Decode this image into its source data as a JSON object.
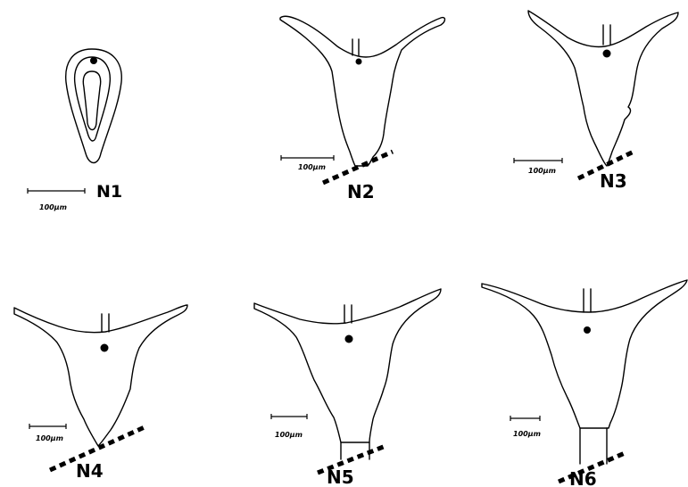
{
  "figure": {
    "stages": [
      {
        "id": "N1",
        "label": "N1",
        "scale_label": "100µm"
      },
      {
        "id": "N2",
        "label": "N2",
        "scale_label": "100µm"
      },
      {
        "id": "N3",
        "label": "N3",
        "scale_label": "100µm"
      },
      {
        "id": "N4",
        "label": "N4",
        "scale_label": "100µm"
      },
      {
        "id": "N5",
        "label": "N5",
        "scale_label": "100µm"
      },
      {
        "id": "N6",
        "label": "N6",
        "scale_label": "100µm"
      }
    ]
  }
}
